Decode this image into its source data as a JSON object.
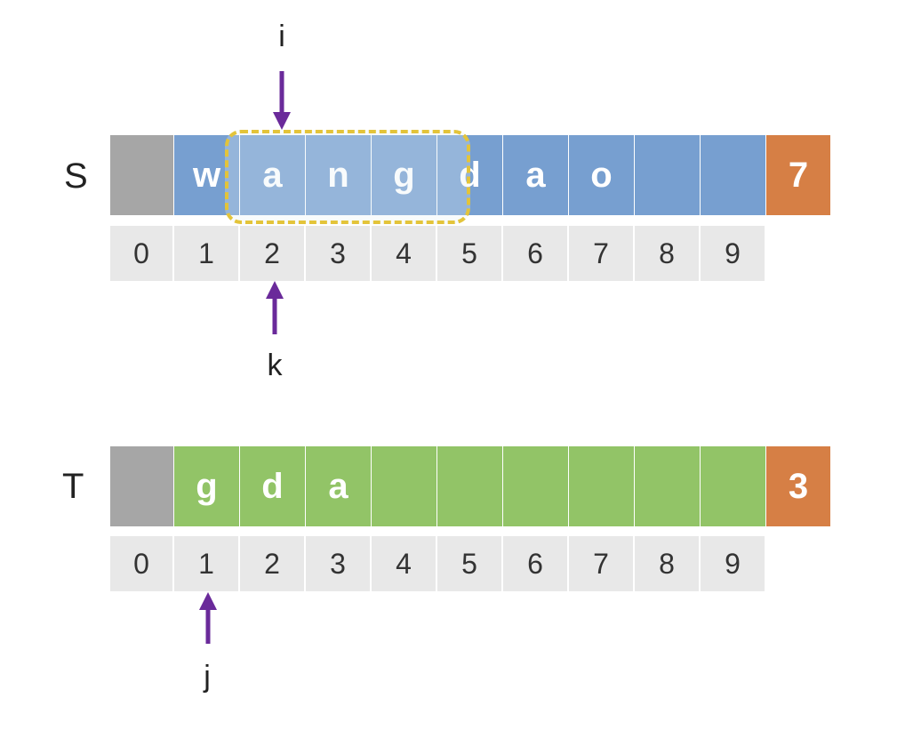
{
  "colors": {
    "s_cell": "#779fd0",
    "t_cell": "#92c467",
    "reserved_cell": "#a6a6a6",
    "length_cell": "#d67f45",
    "index_bg": "#e8e8e8",
    "arrow": "#6a2a9a",
    "highlight_border": "#e3c43a"
  },
  "S": {
    "label": "S",
    "chars": [
      "w",
      "a",
      "n",
      "g",
      "d",
      "a",
      "o",
      "",
      ""
    ],
    "length": "7",
    "indices": [
      "0",
      "1",
      "2",
      "3",
      "4",
      "5",
      "6",
      "7",
      "8",
      "9"
    ],
    "highlight": {
      "from_index": 2,
      "to_index": 4
    }
  },
  "T": {
    "label": "T",
    "chars": [
      "g",
      "d",
      "a",
      "",
      "",
      "",
      "",
      "",
      ""
    ],
    "length": "3",
    "indices": [
      "0",
      "1",
      "2",
      "3",
      "4",
      "5",
      "6",
      "7",
      "8",
      "9"
    ]
  },
  "pointers": {
    "i": {
      "label": "i",
      "array": "S",
      "index": 2,
      "direction": "down"
    },
    "k": {
      "label": "k",
      "array": "S",
      "index": 2,
      "direction": "up"
    },
    "j": {
      "label": "j",
      "array": "T",
      "index": 1,
      "direction": "up"
    }
  }
}
